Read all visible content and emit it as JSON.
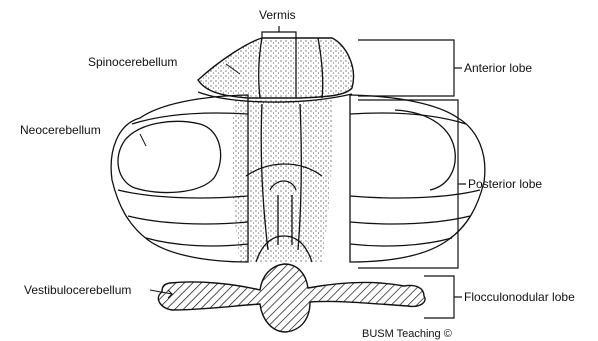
{
  "labels": {
    "vermis": "Vermis",
    "spinocerebellum": "Spinocerebellum",
    "neocerebellum": "Neocerebellum",
    "vestibulocerebellum": "Vestibulocerebellum",
    "anterior_lobe": "Anterior lobe",
    "posterior_lobe": "Posterior lobe",
    "flocculonodular_lobe": "Flocculonodular lobe"
  },
  "credit": "BUSM Teaching ©",
  "colors": {
    "ink": "#111111",
    "background": "#ffffff",
    "stipple": "#333333"
  }
}
